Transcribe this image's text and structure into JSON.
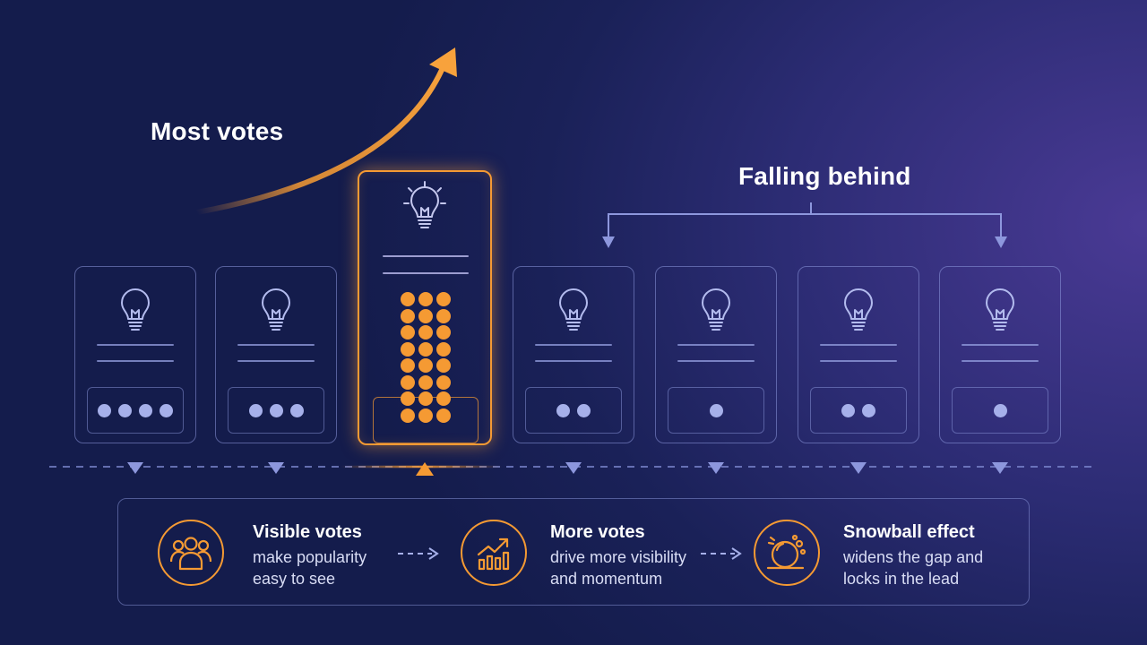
{
  "labels": {
    "most_votes": "Most votes",
    "falling_behind": "Falling behind"
  },
  "cards": [
    {
      "id": "card-1",
      "votes": 4,
      "highlighted": false
    },
    {
      "id": "card-2",
      "votes": 3,
      "highlighted": false
    },
    {
      "id": "card-3",
      "votes": 24,
      "highlighted": true
    },
    {
      "id": "card-4",
      "votes": 2,
      "highlighted": false
    },
    {
      "id": "card-5",
      "votes": 1,
      "highlighted": false
    },
    {
      "id": "card-6",
      "votes": 2,
      "highlighted": false
    },
    {
      "id": "card-7",
      "votes": 1,
      "highlighted": false
    }
  ],
  "steps": [
    {
      "icon": "people-icon",
      "title": "Visible votes",
      "line1": "make popularity",
      "line2": "easy to see"
    },
    {
      "icon": "growth-chart-icon",
      "title": "More votes",
      "line1": "drive more visibility",
      "line2": "and momentum"
    },
    {
      "icon": "snowball-icon",
      "title": "Snowball effect",
      "line1": "widens the gap and",
      "line2": "locks in the lead"
    }
  ],
  "colors": {
    "accent": "#f59a33",
    "outline": "#8c98dc",
    "dot": "#a6b0ea"
  }
}
